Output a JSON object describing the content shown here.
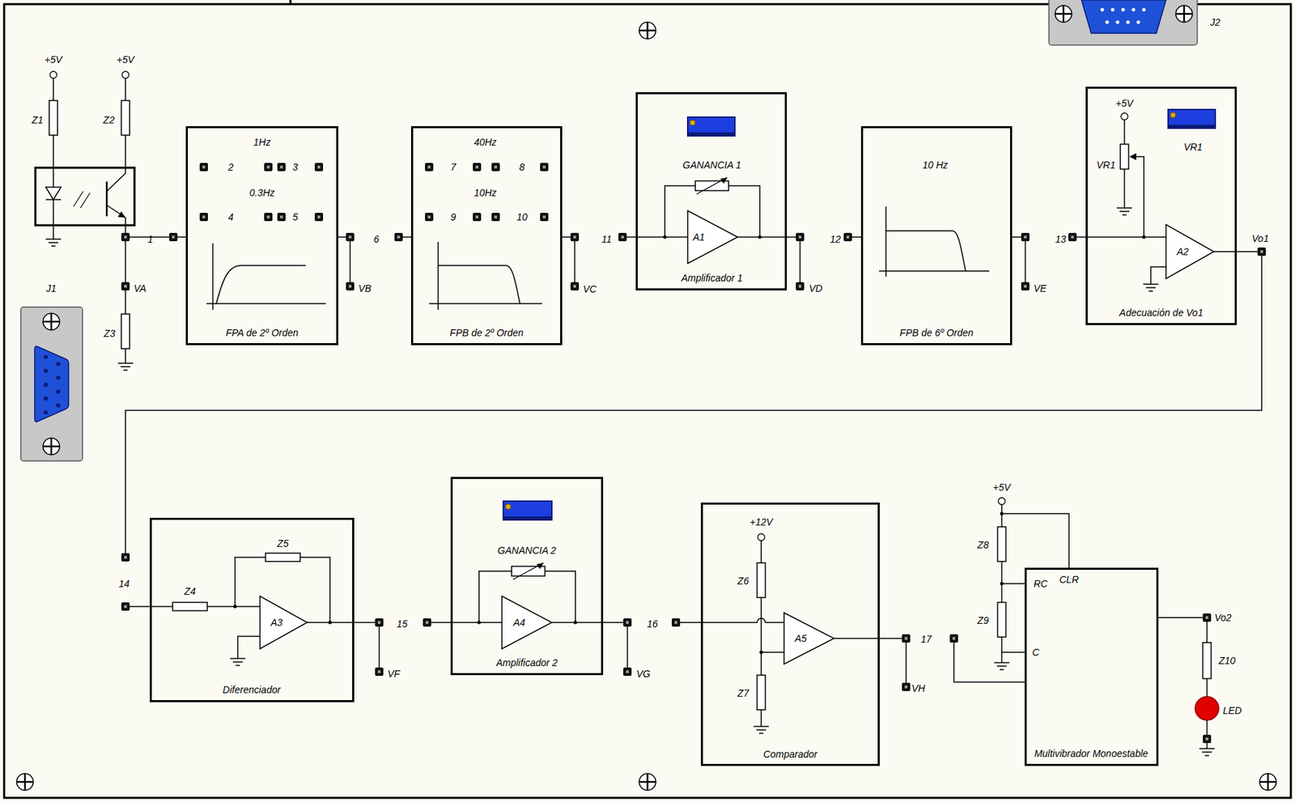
{
  "diagram": {
    "nodes": [
      {
        "text": [
          "1Hz",
          "0.3Hz",
          "FPA de 2º Orden"
        ]
      },
      {
        "text": [
          "40Hz",
          "10Hz",
          "FPB de 2º Orden"
        ]
      },
      {
        "text": [
          "GANANCIA 1",
          "Amplificador 1"
        ]
      },
      {
        "text": [
          "10 Hz",
          "FPB de 6º Orden"
        ]
      },
      {
        "text": [
          "Adecuación de Vo1"
        ]
      },
      {
        "text": [
          "Diferenciador"
        ]
      },
      {
        "text": [
          "GANANCIA 2",
          "Amplificador 2"
        ]
      },
      {
        "text": [
          "Comparador"
        ]
      },
      {
        "text": [
          "Multivibrador Monoestable"
        ]
      }
    ],
    "labels": [
      "+5V",
      "+5V",
      "Z1",
      "Z2",
      "1",
      "VA",
      "Z3",
      "J1",
      "2",
      "3",
      "4",
      "5",
      "VB",
      "6",
      "7",
      "8",
      "9",
      "10",
      "VC",
      "11",
      "A1",
      "VD",
      "12",
      "VE",
      "13",
      "+5V",
      "VR1",
      "VR1",
      "A2",
      "Vo1",
      "J2",
      "14",
      "Z5",
      "Z4",
      "A3",
      "15",
      "VF",
      "A4",
      "16",
      "VG",
      "+12V",
      "Z6",
      "Z7",
      "A5",
      "17",
      "VH",
      "+5V",
      "Z8",
      "Z9",
      "RC",
      "CLR",
      "C",
      "Vo2",
      "Z10",
      "LED"
    ]
  }
}
